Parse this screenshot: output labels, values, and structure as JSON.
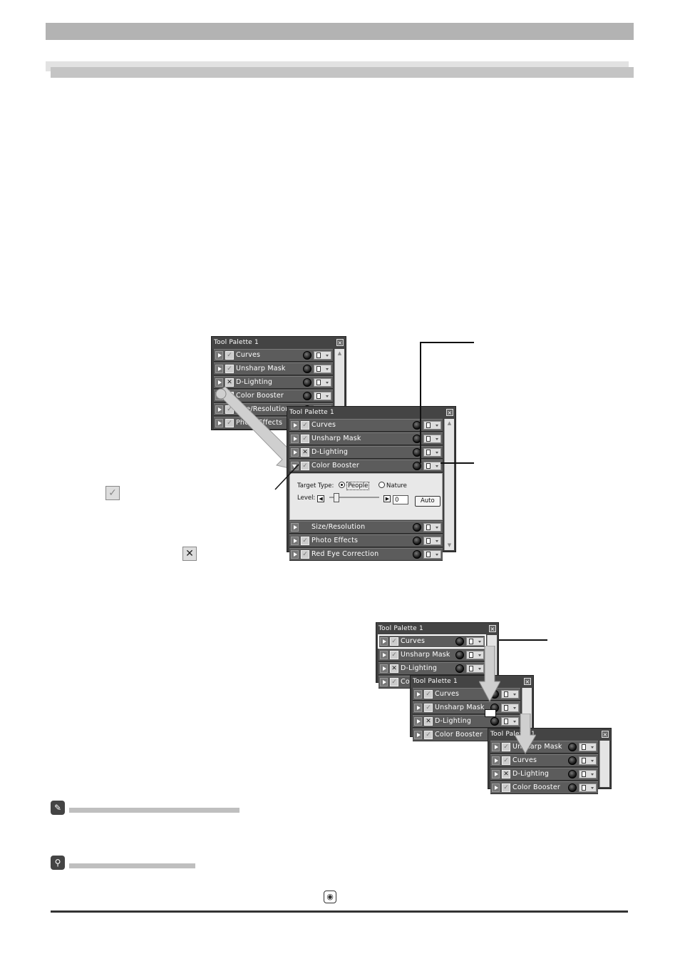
{
  "palette_title": "Tool Palette 1",
  "close_glyph": "×",
  "check_glyph": "✓",
  "cross_glyph": "✕",
  "palette_a": {
    "rows": [
      {
        "label": "Curves",
        "check": "✓"
      },
      {
        "label": "Unsharp Mask",
        "check": "✓"
      },
      {
        "label": "D-Lighting",
        "check": "✕"
      },
      {
        "label": "Color Booster",
        "check": "✓"
      },
      {
        "label": "Size/Resolution",
        "check": "✓"
      },
      {
        "label": "Photo Effects",
        "check": "✓"
      }
    ]
  },
  "palette_b": {
    "rows_top": [
      {
        "label": "Curves",
        "check": "✓"
      },
      {
        "label": "Unsharp Mask",
        "check": "✓"
      },
      {
        "label": "D-Lighting",
        "check": "✕"
      },
      {
        "label": "Color Booster",
        "check": "✓"
      }
    ],
    "expanded": {
      "target_type_label": "Target Type:",
      "people_label": "People",
      "nature_label": "Nature",
      "level_label": "Level:",
      "level_value": "0",
      "auto_label": "Auto",
      "left_arrow": "◀",
      "right_arrow": "▶"
    },
    "rows_bottom": [
      {
        "label": "Size/Resolution",
        "check": ""
      },
      {
        "label": "Photo Effects",
        "check": "✓"
      },
      {
        "label": "Red Eye Correction",
        "check": "✓"
      }
    ]
  },
  "palette_c": {
    "rows": [
      {
        "label": "Curves",
        "check": "✓"
      },
      {
        "label": "Unsharp Mask",
        "check": "✓"
      },
      {
        "label": "D-Lighting",
        "check": "✕"
      },
      {
        "label": "Color Booster",
        "check": "✓"
      }
    ]
  },
  "palette_d": {
    "rows": [
      {
        "label": "Curves",
        "check": "✓"
      },
      {
        "label": "Unsharp Mask",
        "check": "✓"
      },
      {
        "label": "D-Lighting",
        "check": "✕"
      },
      {
        "label": "Color Booster",
        "check": "✓"
      }
    ]
  },
  "palette_e": {
    "rows": [
      {
        "label": "Unsharp Mask",
        "check": "✓"
      },
      {
        "label": "Curves",
        "check": "✓"
      },
      {
        "label": "D-Lighting",
        "check": "✕"
      },
      {
        "label": "Color Booster",
        "check": "✓"
      }
    ]
  },
  "icons": {
    "note_icon": "✎",
    "tip_icon": "⚲",
    "foot_icon": "◉"
  },
  "colors": {
    "palette_bg": "#3e3e3e",
    "row_bg": "#5c5c5c",
    "header_bar": "#b3b3b3",
    "arrow_fill": "#cfcfcf"
  }
}
